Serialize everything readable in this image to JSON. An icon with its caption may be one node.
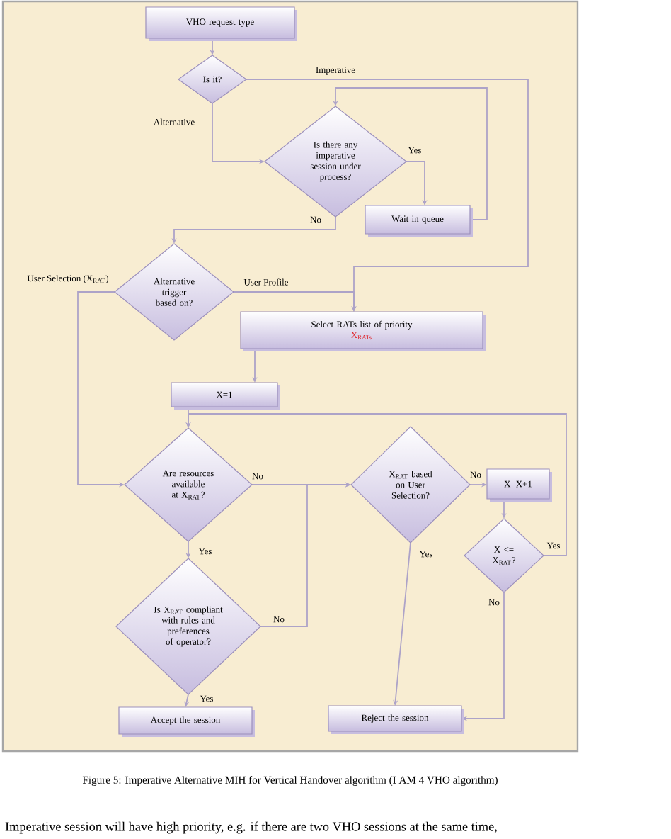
{
  "diagram": {
    "caption": "Figure 5: Imperative Alternative MIH for Vertical Handover algorithm (I AM 4 VHO algorithm)",
    "nodes": [
      {
        "text": [
          "VHO request type"
        ]
      },
      {
        "text": [
          "Is it?"
        ]
      },
      {
        "text": [
          "Is there any imperative session under process?"
        ]
      },
      {
        "text": [
          "Wait in queue"
        ]
      },
      {
        "text": [
          "Alternative trigger based on?"
        ]
      },
      {
        "text": [
          "Select RATs list of priority",
          "X$_{RATs}$"
        ]
      },
      {
        "text": [
          "X=1"
        ]
      },
      {
        "text": [
          "Are resources available at X$_{RAT}$?"
        ]
      },
      {
        "text": [
          "X$_{RAT}$ based on User Selection?"
        ]
      },
      {
        "text": [
          "X=X+1"
        ]
      },
      {
        "text": [
          "X <= X$_{RAT}$?"
        ]
      },
      {
        "text": [
          "Is X$_{RAT}$ compliant with rules and preferences of operator?"
        ]
      },
      {
        "text": [
          "Accept the session"
        ]
      },
      {
        "text": [
          "Reject the session"
        ]
      }
    ],
    "edges": [
      {
        "from": 0,
        "to": 1,
        "arrow": "to"
      },
      {
        "from": 1,
        "to": 5,
        "arrow": "to",
        "label": "Imperative"
      },
      {
        "from": 1,
        "to": 2,
        "arrow": "to",
        "label": "Alternative"
      },
      {
        "from": 2,
        "to": 3,
        "arrow": "to",
        "label": "Yes"
      },
      {
        "from": 3,
        "to": 2,
        "arrow": "to"
      },
      {
        "from": 2,
        "to": 4,
        "arrow": "to",
        "label": "No"
      },
      {
        "from": 4,
        "to": 5,
        "arrow": "to",
        "label": "User Profile"
      },
      {
        "from": 4,
        "to": 7,
        "arrow": "to",
        "label": "User Selection (X$_{RAT}$)"
      },
      {
        "from": 5,
        "to": 6,
        "arrow": "to"
      },
      {
        "from": 6,
        "to": 7,
        "arrow": "to"
      },
      {
        "from": 7,
        "to": 8,
        "arrow": "to",
        "label": "No"
      },
      {
        "from": 7,
        "to": 11,
        "arrow": "to",
        "label": "Yes"
      },
      {
        "from": 11,
        "to": 8,
        "arrow": "to",
        "label": "No"
      },
      {
        "from": 8,
        "to": 9,
        "arrow": "to",
        "label": "No"
      },
      {
        "from": 9,
        "to": 10,
        "arrow": "to"
      },
      {
        "from": 10,
        "to": 7,
        "arrow": "to",
        "label": "Yes"
      },
      {
        "from": 10,
        "to": 13,
        "arrow": "to",
        "label": "No"
      },
      {
        "from": 8,
        "to": 13,
        "arrow": "to",
        "label": "Yes"
      },
      {
        "from": 11,
        "to": 12,
        "arrow": "to",
        "label": "Yes"
      }
    ],
    "labels": [
      "Imperative session will have high priority, e.g. if there are two VHO sessions at the same time,"
    ]
  }
}
